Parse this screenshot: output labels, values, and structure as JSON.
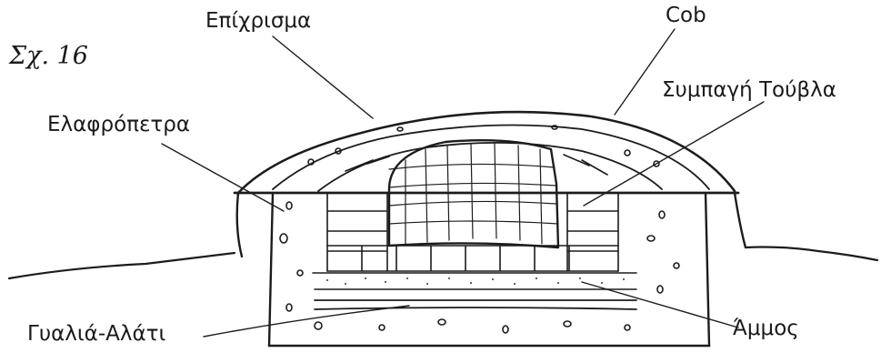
{
  "figure_number": "Σχ. 16",
  "labels": {
    "plaster": "Επίχρισμα",
    "cob": "Cob",
    "compact_brick": "Συμπαγή Τούβλα",
    "pumice": "Ελαφρόπετρα",
    "glass_salt": "Γυαλιά-Αλάτι",
    "sand": "Άμμος"
  }
}
